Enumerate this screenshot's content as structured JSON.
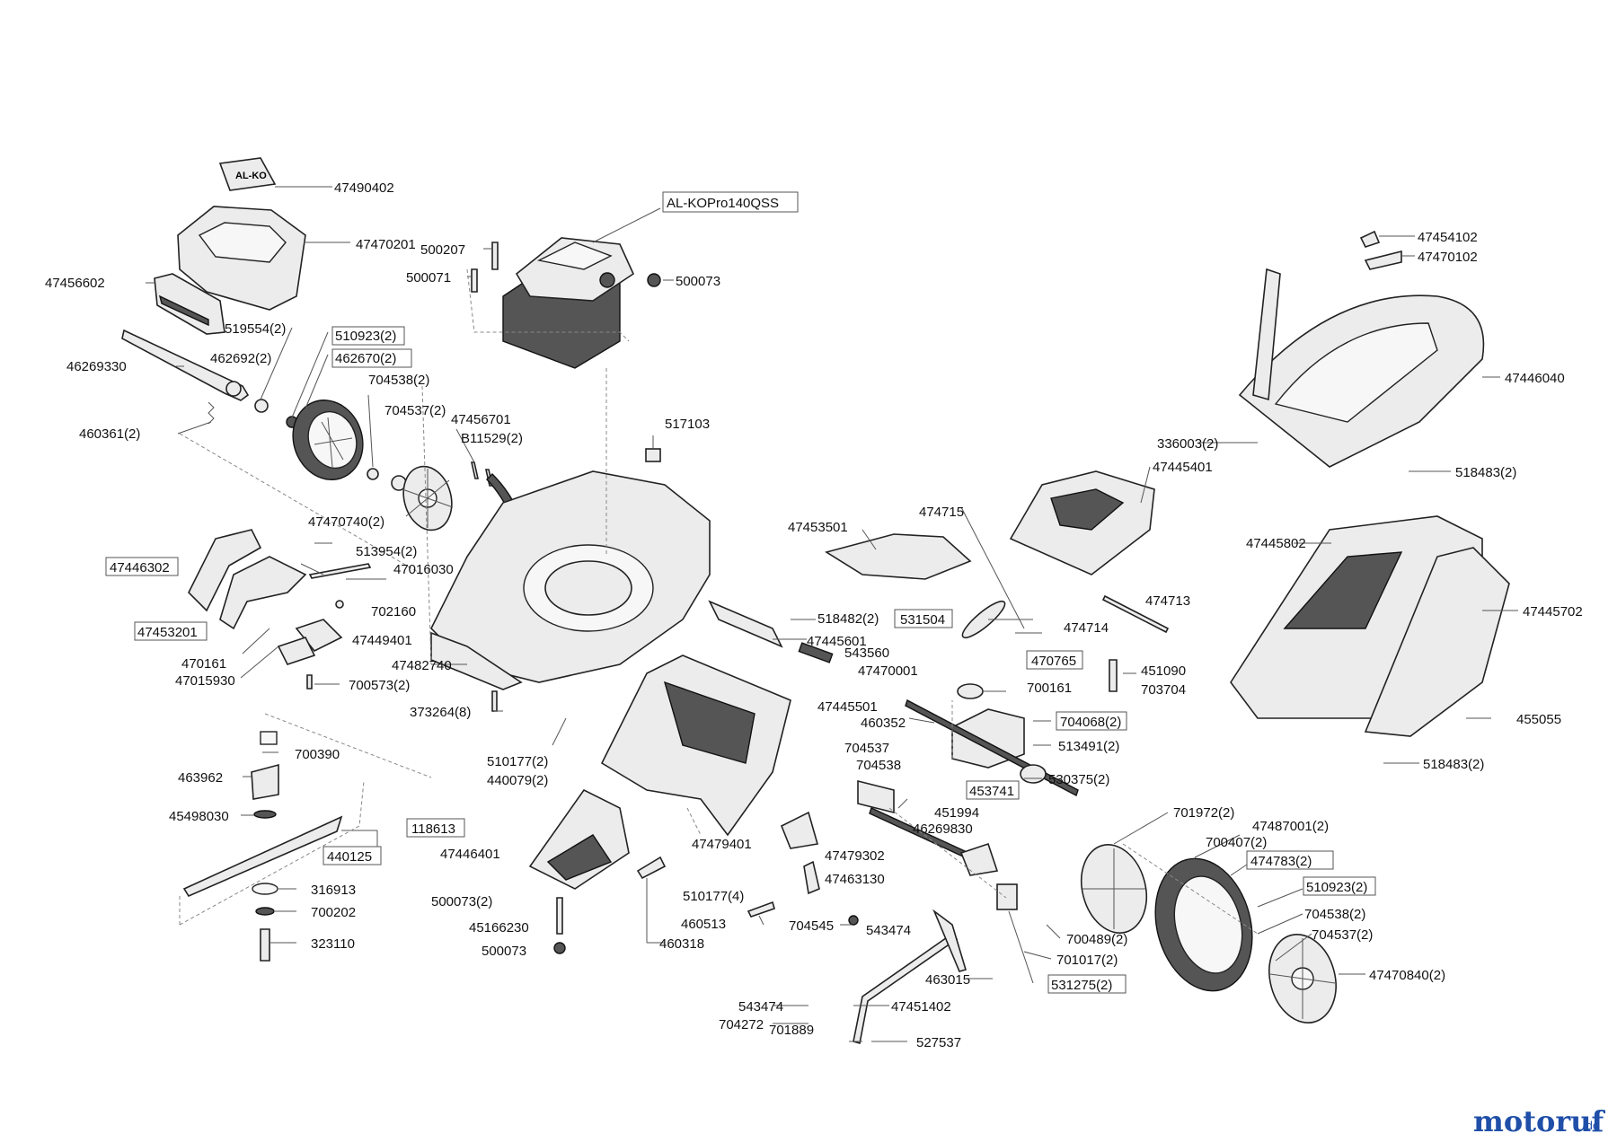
{
  "brand": {
    "name": "motoruf",
    "tld": ".de",
    "color_main": "#1f4fa8",
    "color_accent": "#e07a10"
  },
  "badge_text": "AL-KO",
  "labels": {
    "l47490402": "47490402",
    "l47470201": "47470201",
    "l47456602": "47456602",
    "l519554": "519554(2)",
    "l510923a": "510923(2)",
    "l462670": "462670(2)",
    "l462692": "462692(2)",
    "l46269330": "46269330",
    "l704538a": "704538(2)",
    "l704537a": "704537(2)",
    "l460361": "460361(2)",
    "l47456701": "47456701",
    "lB11529": "B11529(2)",
    "l47470740": "47470740(2)",
    "l500207": "500207",
    "l500071": "500071",
    "lengine": "AL-KOPro140QSS",
    "l500073": "500073",
    "l517103": "517103",
    "l47454102": "47454102",
    "l47470102": "47470102",
    "l47446040": "47446040",
    "l336003": "336003(2)",
    "l518483a": "518483(2)",
    "l47445401": "47445401",
    "l474715": "474715",
    "l47453501": "47453501",
    "l47445802": "47445802",
    "l47445702": "47445702",
    "l47446302": "47446302",
    "l513954": "513954(2)",
    "l47016030": "47016030",
    "l702160": "702160",
    "l47453201": "47453201",
    "l47449401": "47449401",
    "l470161": "470161",
    "l47482740": "47482740",
    "l47015930": "47015930",
    "l700573": "700573(2)",
    "l373264": "373264(8)",
    "l518482": "518482(2)",
    "l47445601": "47445601",
    "l543560": "543560",
    "l47470001": "47470001",
    "l47445501": "47445501",
    "l531504": "531504",
    "l474714": "474714",
    "l474713": "474713",
    "l470765": "470765",
    "l451090": "451090",
    "l700161": "700161",
    "l703704": "703704",
    "l460352": "460352",
    "l704068": "704068(2)",
    "l513491": "513491(2)",
    "l455055": "455055",
    "l518483b": "518483(2)",
    "l700390": "700390",
    "l463962": "463962",
    "l45498030": "45498030",
    "l118613": "118613",
    "l440125": "440125",
    "l316913": "316913",
    "l700202": "700202",
    "l323110": "323110",
    "l510177a": "510177(2)",
    "l440079": "440079(2)",
    "l704537b": "704537",
    "l704538b": "704538",
    "l453741": "453741",
    "l530375": "530375(2)",
    "l451994": "451994",
    "l46269830": "46269830",
    "l47479401": "47479401",
    "l47446401": "47446401",
    "l47479302": "47479302",
    "l47463130": "47463130",
    "l500073b": "500073(2)",
    "l510177b": "510177(4)",
    "l45166230": "45166230",
    "l460513": "460513",
    "l704545": "704545",
    "l543474a": "543474",
    "l500073c": "500073",
    "l460318": "460318",
    "l701972": "701972(2)",
    "l47487001": "47487001(2)",
    "l700407": "700407(2)",
    "l474783": "474783(2)",
    "l510923b": "510923(2)",
    "l704538c": "704538(2)",
    "l704537c": "704537(2)",
    "l47470840": "47470840(2)",
    "l700489": "700489(2)",
    "l701017": "701017(2)",
    "l531275": "531275(2)",
    "l463015": "463015",
    "l47451402": "47451402",
    "l543474b": "543474",
    "l704272": "704272",
    "l701889": "701889",
    "l527537": "527537"
  }
}
